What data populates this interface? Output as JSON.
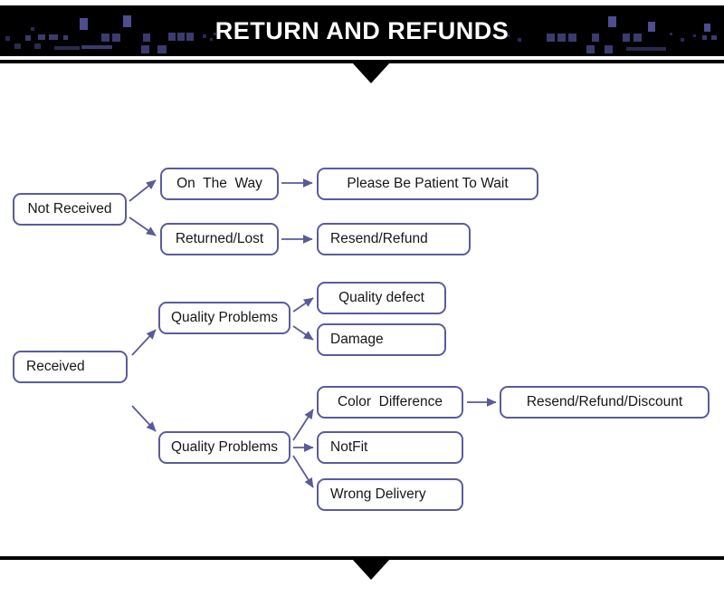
{
  "header": {
    "title": "RETURN AND REFUNDS",
    "background_color": "#000000",
    "text_color": "#ffffff",
    "pixel_accent_color": "#3b3b6e"
  },
  "theme": {
    "node_border_color": "#5b5b9e",
    "node_fill_color": "#ffffff",
    "arrow_color": "#5a5a9a",
    "text_color": "#171717",
    "divider_color": "#000000"
  },
  "flowchart": {
    "branch_not_received": {
      "root": "Not Received",
      "stage2": [
        "On  The  Way",
        "Returned/Lost"
      ],
      "stage3": [
        "Please Be Patient To Wait",
        "Resend/Refund"
      ]
    },
    "branch_received": {
      "root": "Received",
      "group_a": {
        "stage2": "Quality Problems",
        "stage3": [
          "Quality defect",
          "Damage"
        ]
      },
      "group_b": {
        "stage2": "Quality Problems",
        "stage3": [
          "Color  Difference",
          "NotFit",
          "Wrong Delivery"
        ],
        "stage4": "Resend/Refund/Discount"
      }
    }
  }
}
